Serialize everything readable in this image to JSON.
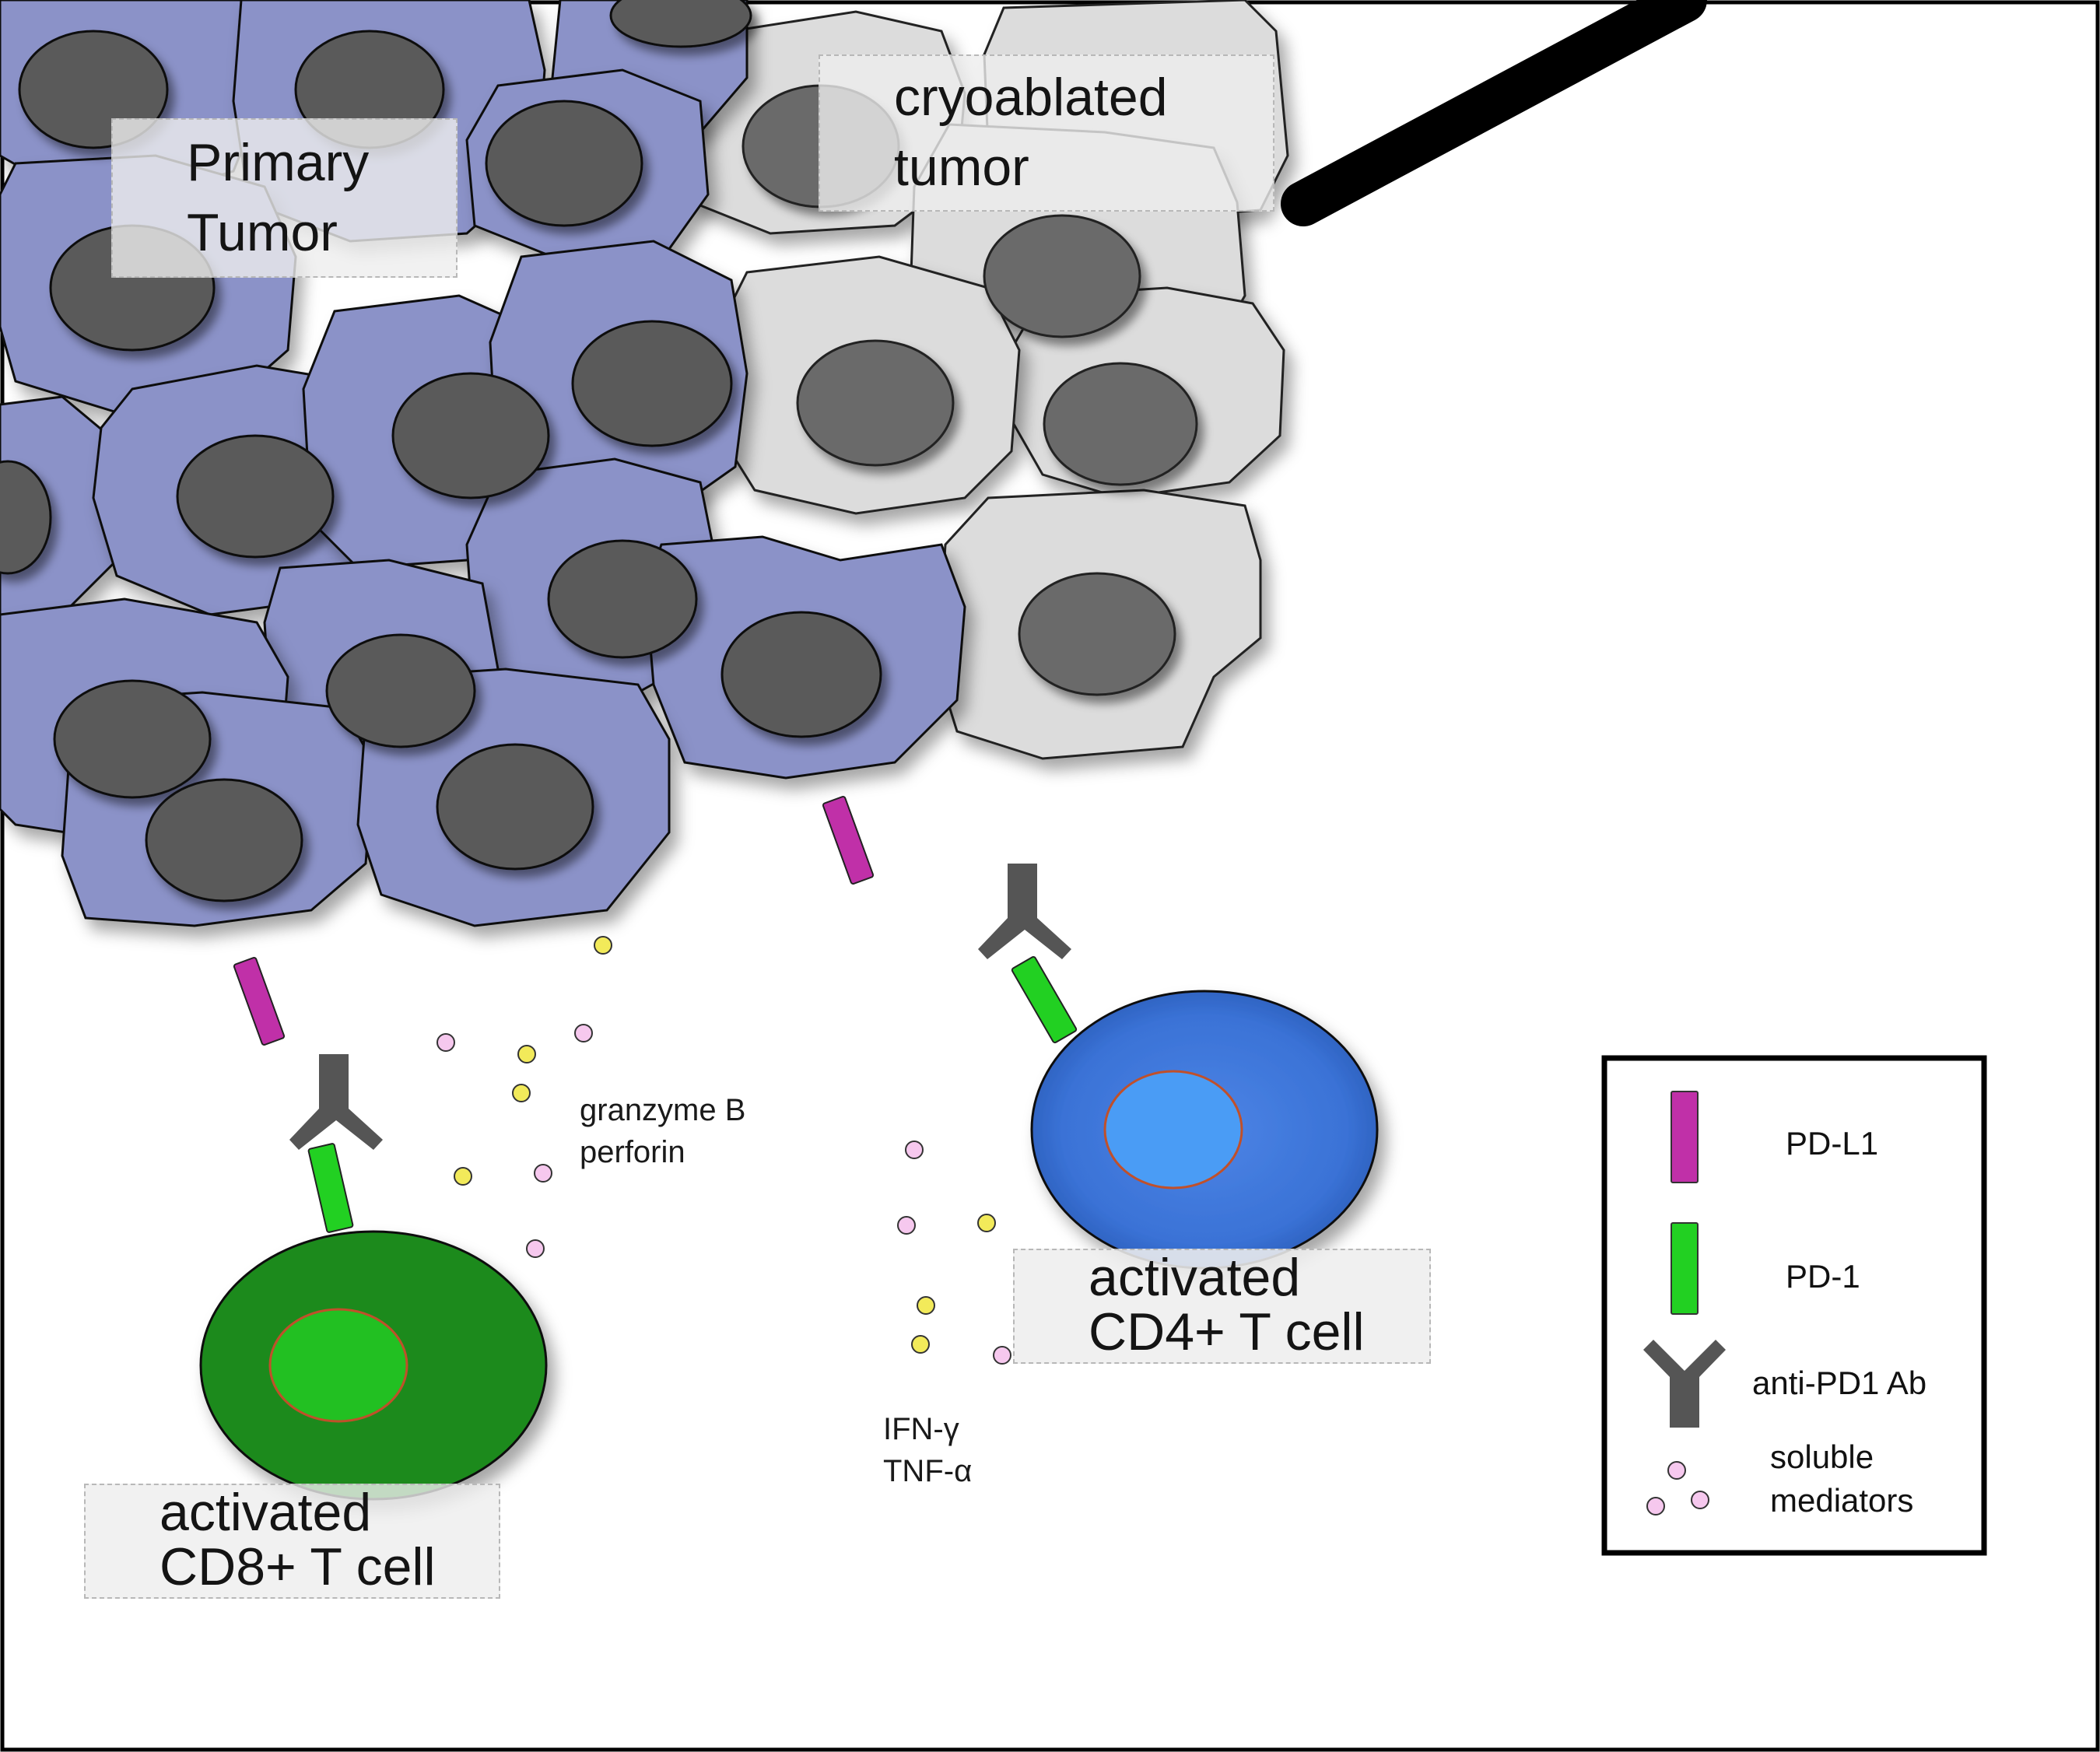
{
  "labels": {
    "primary_tumor": [
      "Primary",
      "Tumor"
    ],
    "cryoablated_tumor": [
      "cryoablated",
      "tumor"
    ],
    "cd8_cell": [
      "activated",
      "CD8+ T cell"
    ],
    "cd4_cell": [
      "activated",
      "CD4+ T cell"
    ],
    "cd8_mediators": [
      "granzyme B",
      "perforin"
    ],
    "cd4_mediators": [
      "IFN-γ",
      "TNF-α"
    ]
  },
  "legend": {
    "items": [
      {
        "label": "PD-L1",
        "icon": "pd-l1-bar"
      },
      {
        "label": "PD-1",
        "icon": "pd-1-bar"
      },
      {
        "label": "anti-PD1 Ab",
        "icon": "antibody-y"
      },
      {
        "label": [
          "soluble",
          "mediators"
        ],
        "icon": "mediator-dots"
      }
    ]
  },
  "colors": {
    "tumor_cell": "#8b92c8",
    "cryoablated_cell": "#dcdcdc",
    "nucleus": "#5a5a5a",
    "cryo_nucleus": "#6b6b6b",
    "cd8_cell": "#1f8a1f",
    "cd8_nucleus": "#22c022",
    "cd4_cell": "#3a72d6",
    "cd4_nucleus": "#4a9cf5",
    "pd_l1": "#c030a8",
    "pd_1": "#22d022",
    "antibody": "#555555",
    "mediator_pink": "#f6c8ee",
    "mediator_yellow": "#f2ea5a",
    "cryoprobe": "#000000"
  }
}
